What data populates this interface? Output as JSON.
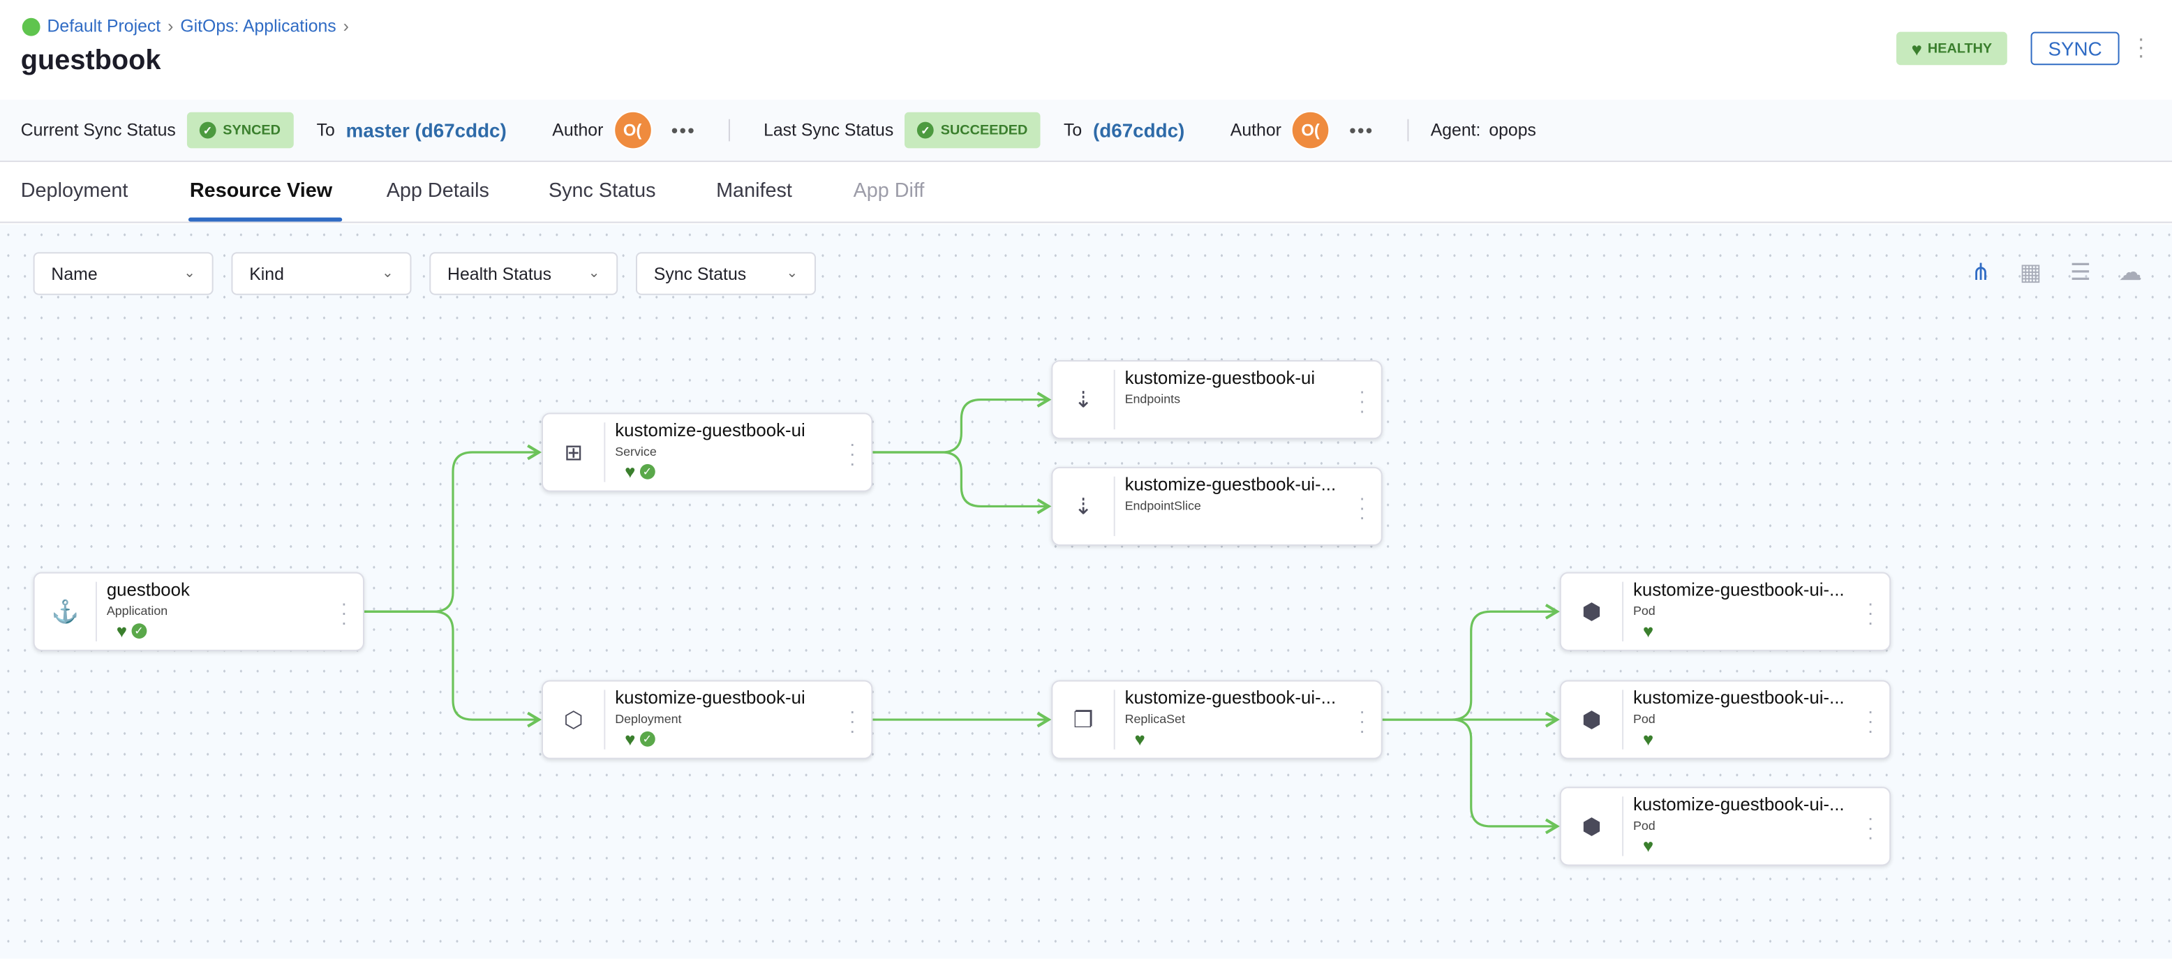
{
  "breadcrumb": [
    "Default Project",
    "GitOps: Applications"
  ],
  "title": "guestbook",
  "health_badge": "HEALTHY",
  "sync_button": "SYNC",
  "status_bar": {
    "current_label": "Current Sync Status",
    "current_value": "SYNCED",
    "current_to": "To",
    "current_rev": "master (d67cddc)",
    "current_author": "Author",
    "current_avatar": "O(",
    "last_label": "Last Sync Status",
    "last_value": "SUCCEEDED",
    "last_to": "To",
    "last_rev": "(d67cddc)",
    "last_author": "Author",
    "last_avatar": "O(",
    "agent_label": "Agent:",
    "agent_value": "opops"
  },
  "tabs": [
    {
      "label": "Deployment"
    },
    {
      "label": "Resource View",
      "active": true
    },
    {
      "label": "App Details"
    },
    {
      "label": "Sync Status"
    },
    {
      "label": "Manifest"
    },
    {
      "label": "App Diff",
      "disabled": true
    }
  ],
  "filters": [
    "Name",
    "Kind",
    "Health Status",
    "Sync Status"
  ],
  "view_icons": [
    "tree-view-icon",
    "grid-view-icon",
    "list-view-icon",
    "network-view-icon"
  ],
  "colors": {
    "accent": "#2f6bc4",
    "healthy": "#3a7f2d",
    "edge": "#6cc35a",
    "avatar": "#ef8b3e"
  },
  "nodes": [
    {
      "id": "app",
      "name": "guestbook",
      "kind": "Application",
      "icon": "application-icon",
      "health": true,
      "synced": true
    },
    {
      "id": "svc",
      "name": "kustomize-guestbook-ui",
      "kind": "Service",
      "icon": "service-icon",
      "health": true,
      "synced": true
    },
    {
      "id": "dep",
      "name": "kustomize-guestbook-ui",
      "kind": "Deployment",
      "icon": "deployment-icon",
      "health": true,
      "synced": true
    },
    {
      "id": "ep",
      "name": "kustomize-guestbook-ui",
      "kind": "Endpoints",
      "icon": "endpoints-icon",
      "health": false,
      "synced": false
    },
    {
      "id": "eps",
      "name": "kustomize-guestbook-ui-...",
      "kind": "EndpointSlice",
      "icon": "endpointslice-icon",
      "health": false,
      "synced": false
    },
    {
      "id": "rs",
      "name": "kustomize-guestbook-ui-...",
      "kind": "ReplicaSet",
      "icon": "replicaset-icon",
      "health": true,
      "synced": false
    },
    {
      "id": "pod1",
      "name": "kustomize-guestbook-ui-...",
      "kind": "Pod",
      "icon": "pod-icon",
      "health": true,
      "synced": false
    },
    {
      "id": "pod2",
      "name": "kustomize-guestbook-ui-...",
      "kind": "Pod",
      "icon": "pod-icon",
      "health": true,
      "synced": false
    },
    {
      "id": "pod3",
      "name": "kustomize-guestbook-ui-...",
      "kind": "Pod",
      "icon": "pod-icon",
      "health": true,
      "synced": false
    }
  ],
  "edges": [
    [
      "app",
      "svc"
    ],
    [
      "app",
      "dep"
    ],
    [
      "svc",
      "ep"
    ],
    [
      "svc",
      "eps"
    ],
    [
      "dep",
      "rs"
    ],
    [
      "rs",
      "pod1"
    ],
    [
      "rs",
      "pod2"
    ],
    [
      "rs",
      "pod3"
    ]
  ]
}
